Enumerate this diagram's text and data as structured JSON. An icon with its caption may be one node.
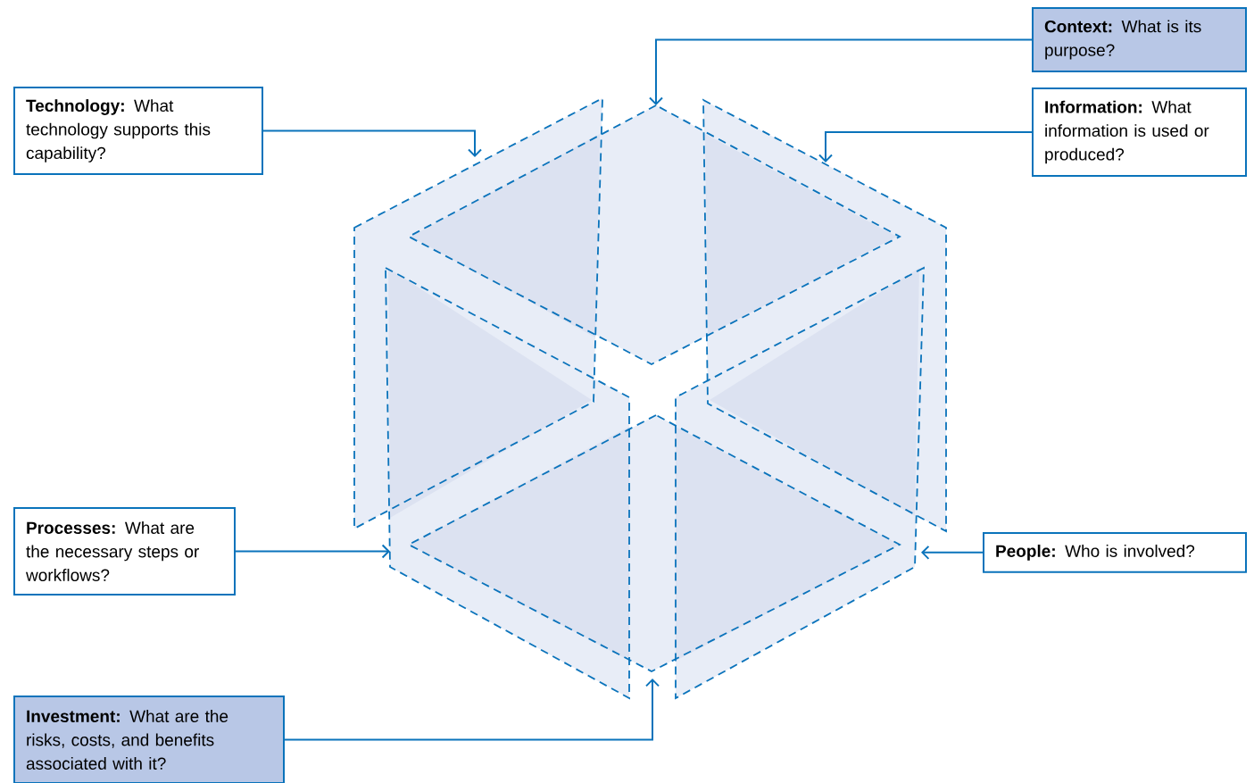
{
  "diagram": {
    "nodes": [
      {
        "text": [
          "**Context:** What is its purpose?"
        ]
      },
      {
        "text": [
          "**Technology:** What technology supports this capability?"
        ]
      },
      {
        "text": [
          "**Information:** What information is used or produced?"
        ]
      },
      {
        "text": [
          "**Processes:** What are the necessary steps or workflows?"
        ]
      },
      {
        "text": [
          "**People:** Who is involved?"
        ]
      },
      {
        "text": [
          "**Investment:** What are the risks, costs, and benefits associated with it?"
        ]
      }
    ],
    "edges": [
      {
        "from": 0,
        "to": null,
        "arrow": "to"
      },
      {
        "from": 1,
        "to": null,
        "arrow": "to"
      },
      {
        "from": 2,
        "to": null,
        "arrow": "to"
      },
      {
        "from": 3,
        "to": null,
        "arrow": "to"
      },
      {
        "from": 4,
        "to": null,
        "arrow": "to"
      },
      {
        "from": 5,
        "to": null,
        "arrow": "to"
      }
    ]
  }
}
